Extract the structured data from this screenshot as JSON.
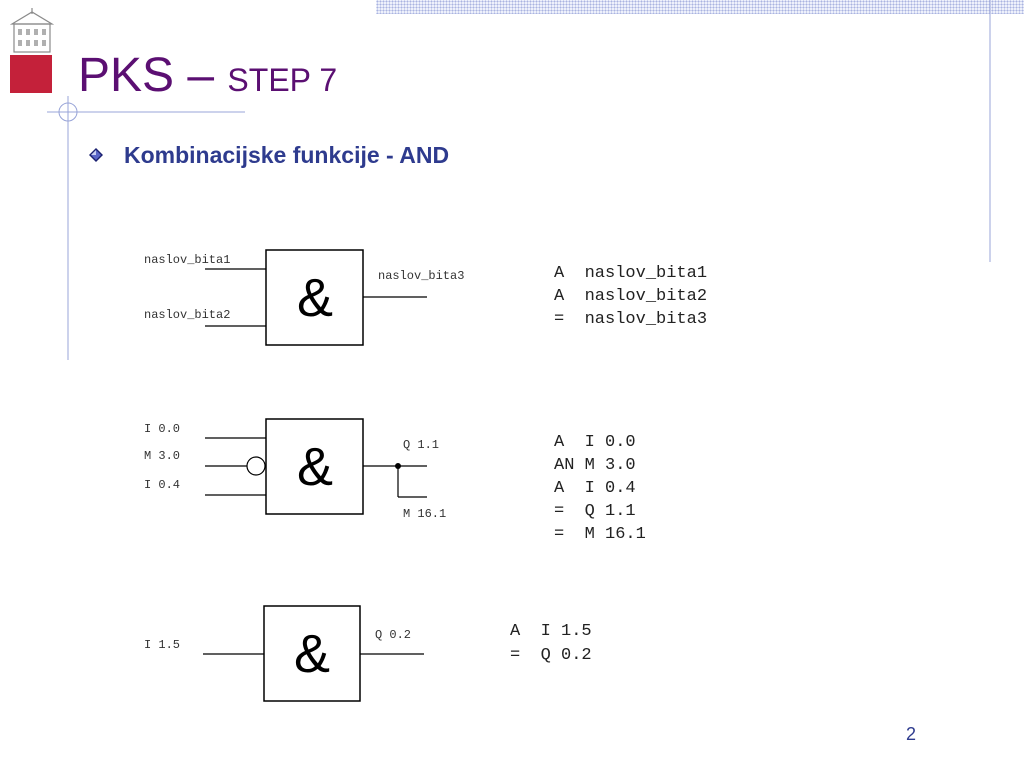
{
  "slide": {
    "title_main": "PKS –",
    "title_sub": "STEP 7",
    "bullet": "Kombinacijske funkcije - AND",
    "page_number": "2",
    "colors": {
      "title": "#5b0f72",
      "bullet_text": "#2e3b8e",
      "logo_red": "#c4213a",
      "accent_line": "#98a4d8"
    },
    "bullet_icon": "diamond-bullet-icon"
  },
  "diagrams": [
    {
      "gate_symbol": "&",
      "inputs": [
        {
          "label": "naslov_bita1",
          "negated": false
        },
        {
          "label": "naslov_bita2",
          "negated": false
        }
      ],
      "outputs": [
        {
          "label": "naslov_bita3"
        }
      ],
      "stl": [
        "A  naslov_bita1",
        "A  naslov_bita2",
        "=  naslov_bita3"
      ]
    },
    {
      "gate_symbol": "&",
      "inputs": [
        {
          "label": "I 0.0",
          "negated": false
        },
        {
          "label": "M 3.0",
          "negated": true
        },
        {
          "label": "I 0.4",
          "negated": false
        }
      ],
      "outputs": [
        {
          "label": "Q 1.1"
        },
        {
          "label": "M 16.1"
        }
      ],
      "stl": [
        "A  I 0.0",
        "AN M 3.0",
        "A  I 0.4",
        "=  Q 1.1",
        "=  M 16.1"
      ]
    },
    {
      "gate_symbol": "&",
      "inputs": [
        {
          "label": "I 1.5",
          "negated": false
        }
      ],
      "outputs": [
        {
          "label": "Q 0.2"
        }
      ],
      "stl": [
        "A  I 1.5",
        "=  Q 0.2"
      ]
    }
  ]
}
